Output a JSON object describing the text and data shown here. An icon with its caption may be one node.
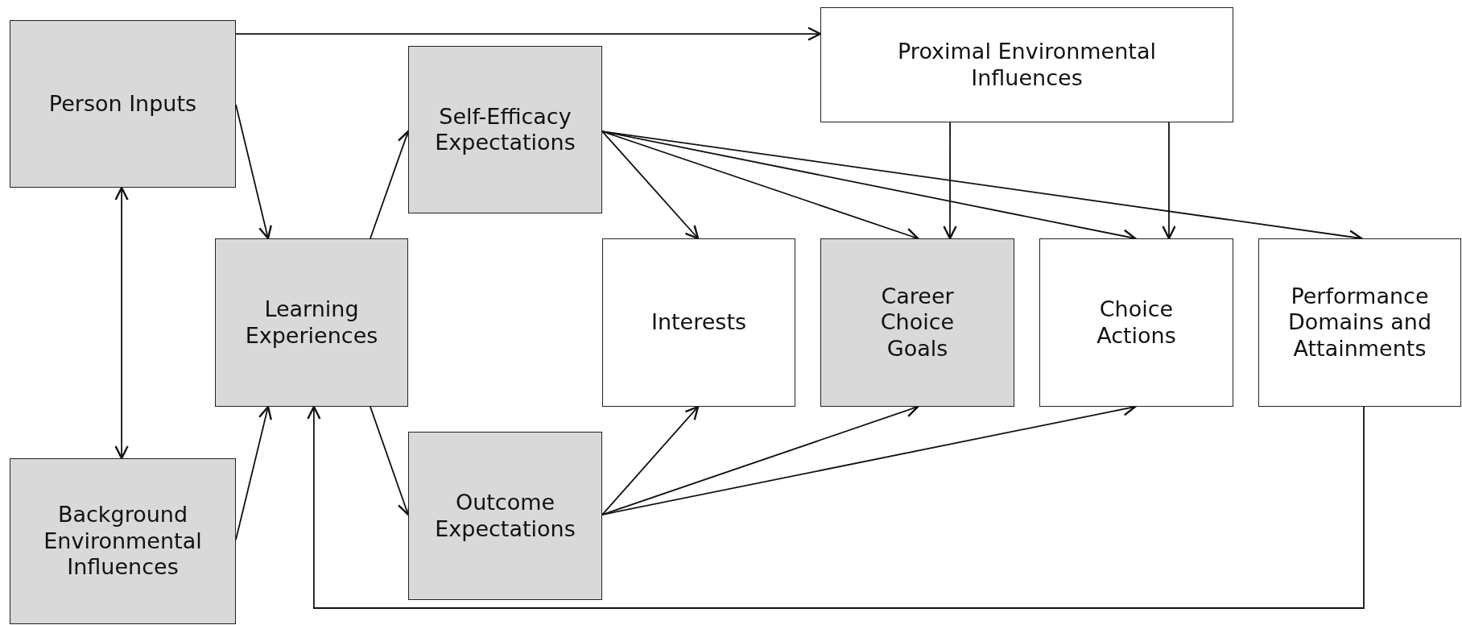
{
  "diagram": {
    "nodes": [
      {
        "text": [
          "Person Inputs"
        ]
      },
      {
        "text": [
          "Proximal Environmental Influences"
        ]
      },
      {
        "text": [
          "Self-Efficacy Expectations"
        ]
      },
      {
        "text": [
          "Learning Experiences"
        ]
      },
      {
        "text": [
          "Interests"
        ]
      },
      {
        "text": [
          "Career Choice Goals"
        ]
      },
      {
        "text": [
          "Choice Actions"
        ]
      },
      {
        "text": [
          "Performance Domains and Attainments"
        ]
      },
      {
        "text": [
          "Outcome Expectations"
        ]
      },
      {
        "text": [
          "Background Environmental Influences"
        ]
      }
    ],
    "edges": [
      {
        "from": 0,
        "to": 1,
        "arrow": "to"
      },
      {
        "from": 0,
        "to": 3,
        "arrow": "to"
      },
      {
        "from": 0,
        "to": 9,
        "arrow": "both"
      },
      {
        "from": 9,
        "to": 3,
        "arrow": "to"
      },
      {
        "from": 3,
        "to": 2,
        "arrow": "to"
      },
      {
        "from": 3,
        "to": 8,
        "arrow": "to"
      },
      {
        "from": 2,
        "to": 4,
        "arrow": "to"
      },
      {
        "from": 2,
        "to": 5,
        "arrow": "to"
      },
      {
        "from": 2,
        "to": 6,
        "arrow": "to"
      },
      {
        "from": 2,
        "to": 7,
        "arrow": "to"
      },
      {
        "from": 1,
        "to": 5,
        "arrow": "to"
      },
      {
        "from": 1,
        "to": 6,
        "arrow": "to"
      },
      {
        "from": 8,
        "to": 4,
        "arrow": "to"
      },
      {
        "from": 8,
        "to": 5,
        "arrow": "to"
      },
      {
        "from": 8,
        "to": 6,
        "arrow": "to"
      },
      {
        "from": 7,
        "to": 3,
        "arrow": "to"
      }
    ]
  }
}
